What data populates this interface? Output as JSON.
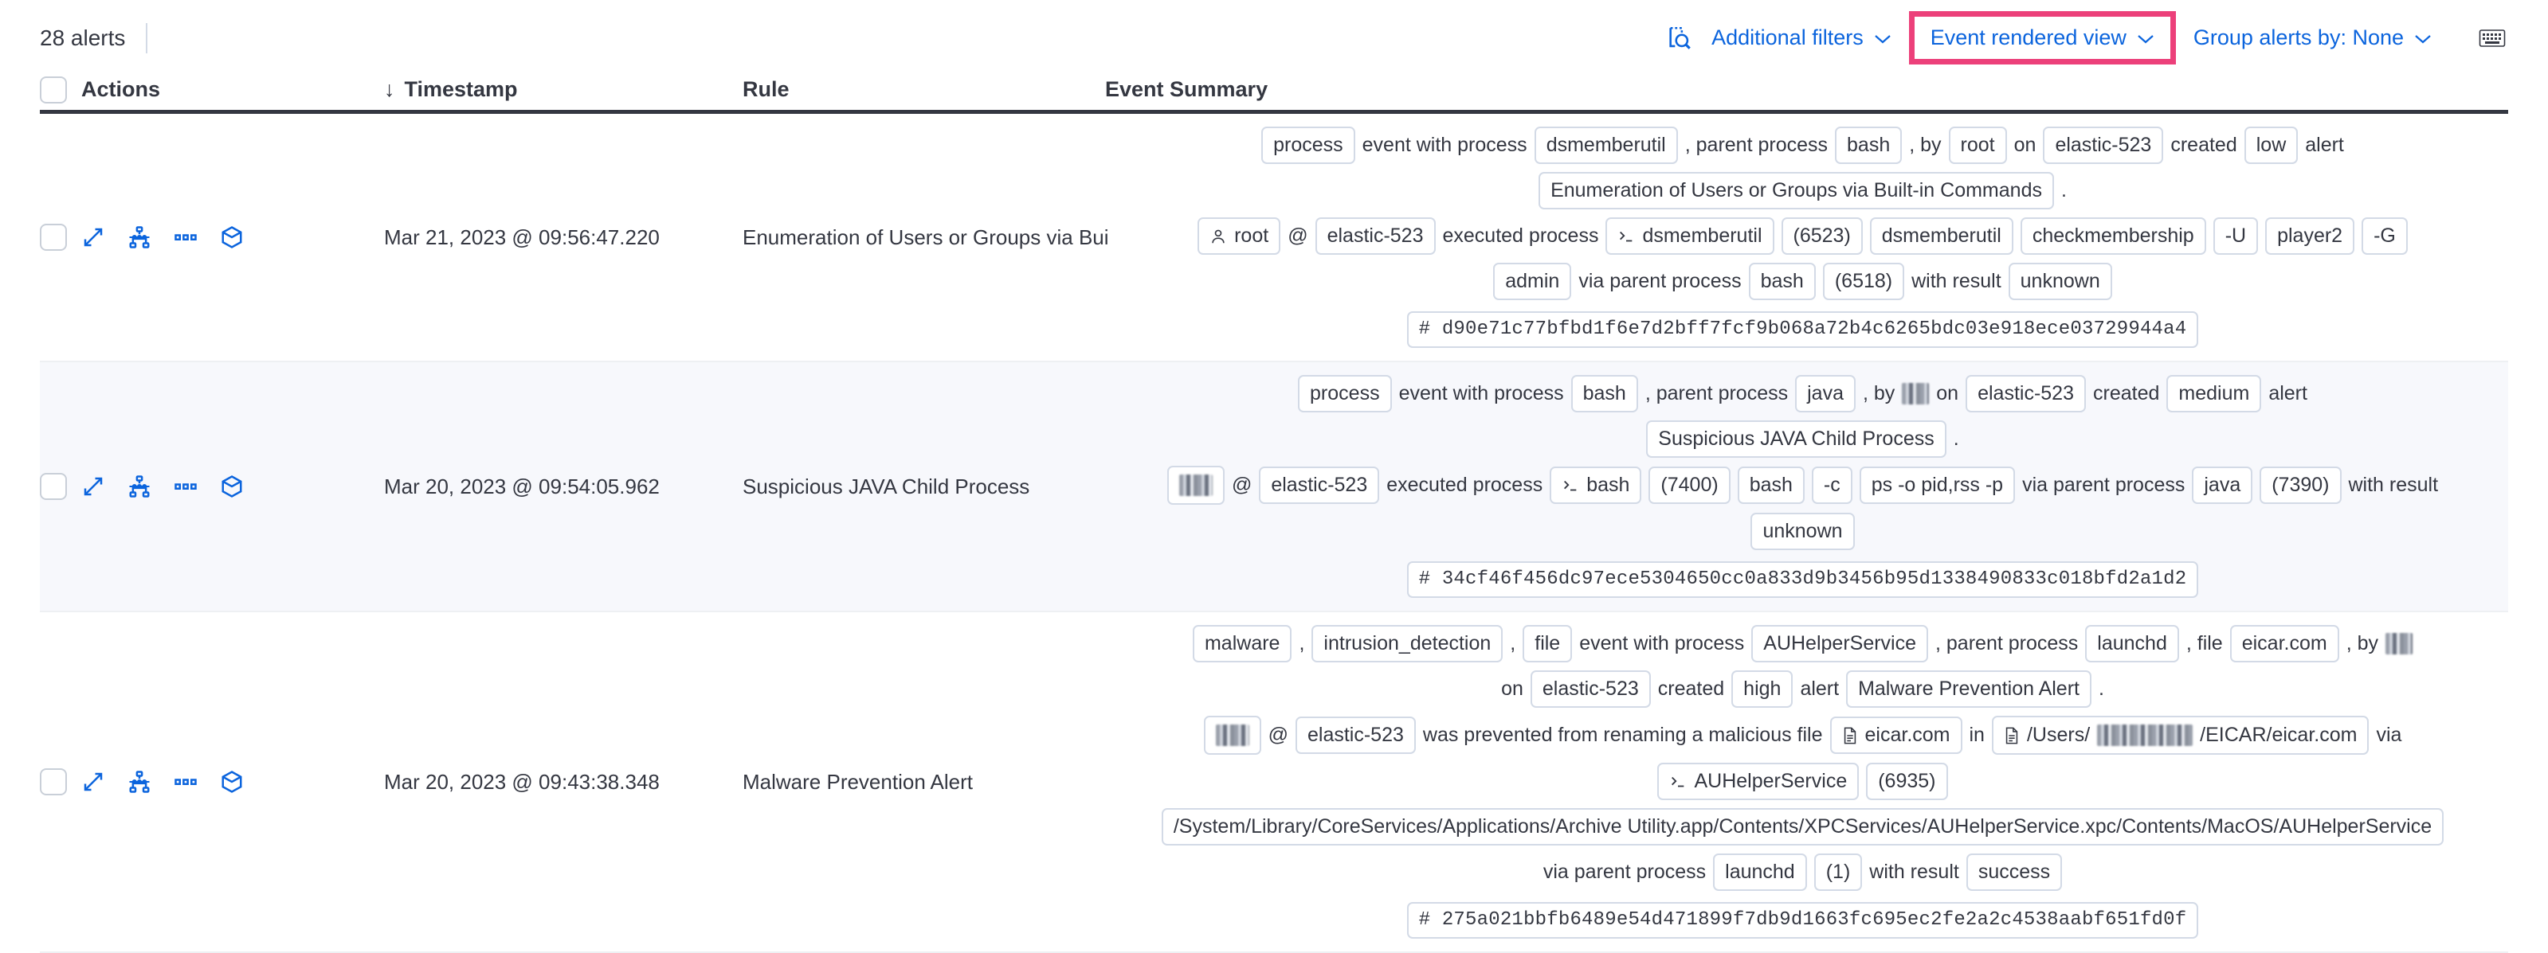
{
  "toolbar": {
    "alerts_count": "28 alerts",
    "inspect_icon": "inspect-icon",
    "additional_filters": "Additional filters",
    "event_rendered_view": "Event rendered view",
    "group_alerts_by": "Group alerts by: None",
    "keyboard_icon": "keyboard-shortcuts-icon",
    "chevron": "⌄",
    "highlight_color": "#ec407a",
    "link_color": "#0b64dd"
  },
  "columns": {
    "actions": "Actions",
    "timestamp": "Timestamp",
    "sort_arrow": "↓",
    "rule": "Rule",
    "event_summary": "Event Summary"
  },
  "rows": [
    {
      "timestamp": "Mar 21, 2023 @ 09:56:47.220",
      "rule": "Enumeration of Users or Groups via Bui",
      "summary_lines": [
        [
          {
            "t": "chip",
            "v": "process"
          },
          {
            "t": "txt",
            "v": "event with process"
          },
          {
            "t": "chip",
            "v": "dsmemberutil"
          },
          {
            "t": "punct",
            "v": ", parent process"
          },
          {
            "t": "chip",
            "v": "bash"
          },
          {
            "t": "punct",
            "v": ", by"
          },
          {
            "t": "chip",
            "v": "root"
          },
          {
            "t": "txt",
            "v": "on"
          },
          {
            "t": "chip",
            "v": "elastic-523"
          },
          {
            "t": "txt",
            "v": "created"
          },
          {
            "t": "chip",
            "v": "low"
          },
          {
            "t": "txt",
            "v": "alert"
          }
        ],
        [
          {
            "t": "chip",
            "v": "Enumeration of Users or Groups via Built-in Commands"
          },
          {
            "t": "punct",
            "v": "."
          }
        ],
        [
          {
            "t": "chip",
            "v": "root",
            "icon": "user-icon"
          },
          {
            "t": "txt",
            "v": "@"
          },
          {
            "t": "chip",
            "v": "elastic-523"
          },
          {
            "t": "txt",
            "v": "executed process"
          },
          {
            "t": "chip",
            "v": "dsmemberutil",
            "icon": "console-icon"
          },
          {
            "t": "chip",
            "v": "(6523)"
          },
          {
            "t": "chip",
            "v": "dsmemberutil"
          },
          {
            "t": "chip",
            "v": "checkmembership"
          },
          {
            "t": "chip",
            "v": "-U"
          },
          {
            "t": "chip",
            "v": "player2"
          },
          {
            "t": "chip",
            "v": "-G"
          }
        ],
        [
          {
            "t": "chip",
            "v": "admin"
          },
          {
            "t": "txt",
            "v": "via parent process"
          },
          {
            "t": "chip",
            "v": "bash"
          },
          {
            "t": "chip",
            "v": "(6518)"
          },
          {
            "t": "txt",
            "v": "with result"
          },
          {
            "t": "chip",
            "v": "unknown"
          }
        ],
        [
          {
            "t": "chip",
            "v": "# d90e71c77bfbd1f6e7d2bff7fcf9b068a72b4c6265bdc03e918ece03729944a4",
            "mono": true
          }
        ]
      ]
    },
    {
      "timestamp": "Mar 20, 2023 @ 09:54:05.962",
      "rule": "Suspicious JAVA Child Process",
      "summary_lines": [
        [
          {
            "t": "chip",
            "v": "process"
          },
          {
            "t": "txt",
            "v": "event with process"
          },
          {
            "t": "chip",
            "v": "bash"
          },
          {
            "t": "punct",
            "v": ", parent process"
          },
          {
            "t": "chip",
            "v": "java"
          },
          {
            "t": "punct",
            "v": ", by"
          },
          {
            "t": "redact",
            "w": "w1"
          },
          {
            "t": "txt",
            "v": "on"
          },
          {
            "t": "chip",
            "v": "elastic-523"
          },
          {
            "t": "txt",
            "v": "created"
          },
          {
            "t": "chip",
            "v": "medium"
          },
          {
            "t": "txt",
            "v": "alert"
          }
        ],
        [
          {
            "t": "chip",
            "v": "Suspicious JAVA Child Process"
          },
          {
            "t": "punct",
            "v": "."
          }
        ],
        [
          {
            "t": "redact-chip",
            "w": "w2"
          },
          {
            "t": "txt",
            "v": "@"
          },
          {
            "t": "chip",
            "v": "elastic-523"
          },
          {
            "t": "txt",
            "v": "executed process"
          },
          {
            "t": "chip",
            "v": "bash",
            "icon": "console-icon"
          },
          {
            "t": "chip",
            "v": "(7400)"
          },
          {
            "t": "chip",
            "v": "bash"
          },
          {
            "t": "chip",
            "v": "-c"
          },
          {
            "t": "chip",
            "v": "ps -o pid,rss -p"
          },
          {
            "t": "txt",
            "v": "via parent process"
          },
          {
            "t": "chip",
            "v": "java"
          },
          {
            "t": "chip",
            "v": "(7390)"
          },
          {
            "t": "txt",
            "v": "with result"
          }
        ],
        [
          {
            "t": "chip",
            "v": "unknown"
          }
        ],
        [
          {
            "t": "chip",
            "v": "# 34cf46f456dc97ece5304650cc0a833d9b3456b95d1338490833c018bfd2a1d2",
            "mono": true
          }
        ]
      ]
    },
    {
      "timestamp": "Mar 20, 2023 @ 09:43:38.348",
      "rule": "Malware Prevention Alert",
      "summary_lines": [
        [
          {
            "t": "chip",
            "v": "malware"
          },
          {
            "t": "punct",
            "v": ","
          },
          {
            "t": "chip",
            "v": "intrusion_detection"
          },
          {
            "t": "punct",
            "v": ","
          },
          {
            "t": "chip",
            "v": "file"
          },
          {
            "t": "txt",
            "v": "event with process"
          },
          {
            "t": "chip",
            "v": "AUHelperService"
          },
          {
            "t": "punct",
            "v": ", parent process"
          },
          {
            "t": "chip",
            "v": "launchd"
          },
          {
            "t": "punct",
            "v": ", file"
          },
          {
            "t": "chip",
            "v": "eicar.com"
          },
          {
            "t": "punct",
            "v": ", by"
          },
          {
            "t": "redact",
            "w": "w1"
          }
        ],
        [
          {
            "t": "txt",
            "v": "on"
          },
          {
            "t": "chip",
            "v": "elastic-523"
          },
          {
            "t": "txt",
            "v": "created"
          },
          {
            "t": "chip",
            "v": "high"
          },
          {
            "t": "txt",
            "v": "alert"
          },
          {
            "t": "chip",
            "v": "Malware Prevention Alert"
          },
          {
            "t": "punct",
            "v": "."
          }
        ],
        [
          {
            "t": "redact-chip",
            "w": "w2"
          },
          {
            "t": "txt",
            "v": "@"
          },
          {
            "t": "chip",
            "v": "elastic-523"
          },
          {
            "t": "txt",
            "v": "was prevented from renaming a malicious file"
          },
          {
            "t": "chip",
            "v": "eicar.com",
            "icon": "file-icon"
          },
          {
            "t": "txt",
            "v": "in"
          },
          {
            "t": "chip-redact-path",
            "pre": "/Users/",
            "post": "/EICAR/eicar.com",
            "icon": "file-icon"
          },
          {
            "t": "txt",
            "v": "via"
          }
        ],
        [
          {
            "t": "chip",
            "v": "AUHelperService",
            "icon": "console-icon"
          },
          {
            "t": "chip",
            "v": "(6935)"
          }
        ],
        [
          {
            "t": "chip",
            "v": "/System/Library/CoreServices/Applications/Archive Utility.app/Contents/XPCServices/AUHelperService.xpc/Contents/MacOS/AUHelperService"
          }
        ],
        [
          {
            "t": "txt",
            "v": "via parent process"
          },
          {
            "t": "chip",
            "v": "launchd"
          },
          {
            "t": "chip",
            "v": "(1)"
          },
          {
            "t": "txt",
            "v": "with result"
          },
          {
            "t": "chip",
            "v": "success"
          }
        ],
        [
          {
            "t": "chip",
            "v": "# 275a021bbfb6489e54d471899f7db9d1663fc695ec2fe2a2c4538aabf651fd0f",
            "mono": true
          }
        ]
      ]
    }
  ],
  "action_icons": [
    "expand-icon",
    "analyze-event-icon",
    "more-actions-icon",
    "session-view-icon"
  ]
}
